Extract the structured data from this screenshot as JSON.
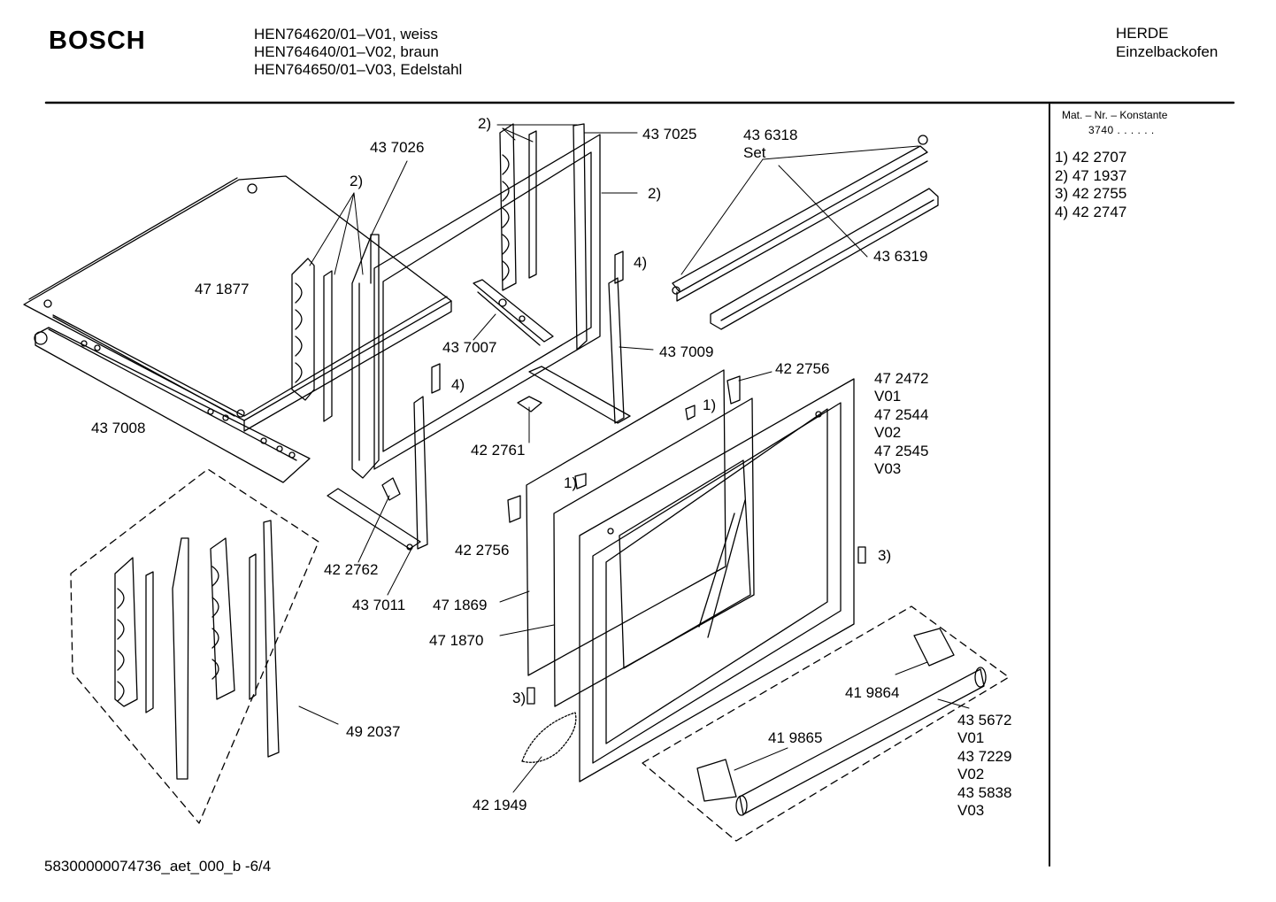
{
  "header": {
    "brand": "BOSCH",
    "models": [
      "HEN764620/01–V01, weiss",
      "HEN764640/01–V02,  braun",
      "HEN764650/01–V03, Edelstahl"
    ],
    "category": [
      "HERDE",
      "Einzelbackofen"
    ]
  },
  "sidebar": {
    "title": "Mat. – Nr. – Konstante",
    "constant": "3740  .  .  .  .  .  .",
    "items": [
      "1) 42 2707",
      "2) 47 1937",
      "3) 42 2755",
      "4) 42 2747"
    ]
  },
  "parts": {
    "p437026": "43 7026",
    "p2a": "2)",
    "p2b": "2)",
    "p437025": "43 7025",
    "p2c": "2)",
    "p436318": "43 6318",
    "set": "Set",
    "p471877": "47 1877",
    "p4a": "4)",
    "p436319": "43 6319",
    "p437007": "43 7007",
    "p437009": "43 7009",
    "p4b": "4)",
    "p422756a": "42 2756",
    "p472472": "47 2472",
    "v01a": "V01",
    "p472544": "47 2544",
    "v02a": "V02",
    "p472545": "47 2545",
    "v03a": "V03",
    "p1a": "1)",
    "p437008": "43 7008",
    "p422761": "42 2761",
    "p1b": "1)",
    "p422756b": "42 2756",
    "p3a": "3)",
    "p422762": "42 2762",
    "p437011": "43 7011",
    "p471869": "47 1869",
    "p471870": "47 1870",
    "p419864": "41 9864",
    "p3b": "3)",
    "p492037": "49 2037",
    "p435672": "43 5672",
    "v01b": "V01",
    "p419865": "41 9865",
    "p437229": "43 7229",
    "v02b": "V02",
    "p435838": "43 5838",
    "v03b": "V03",
    "p421949": "42 1949"
  },
  "footer": {
    "code": "58300000074736_aet_000_b  -6/4"
  }
}
